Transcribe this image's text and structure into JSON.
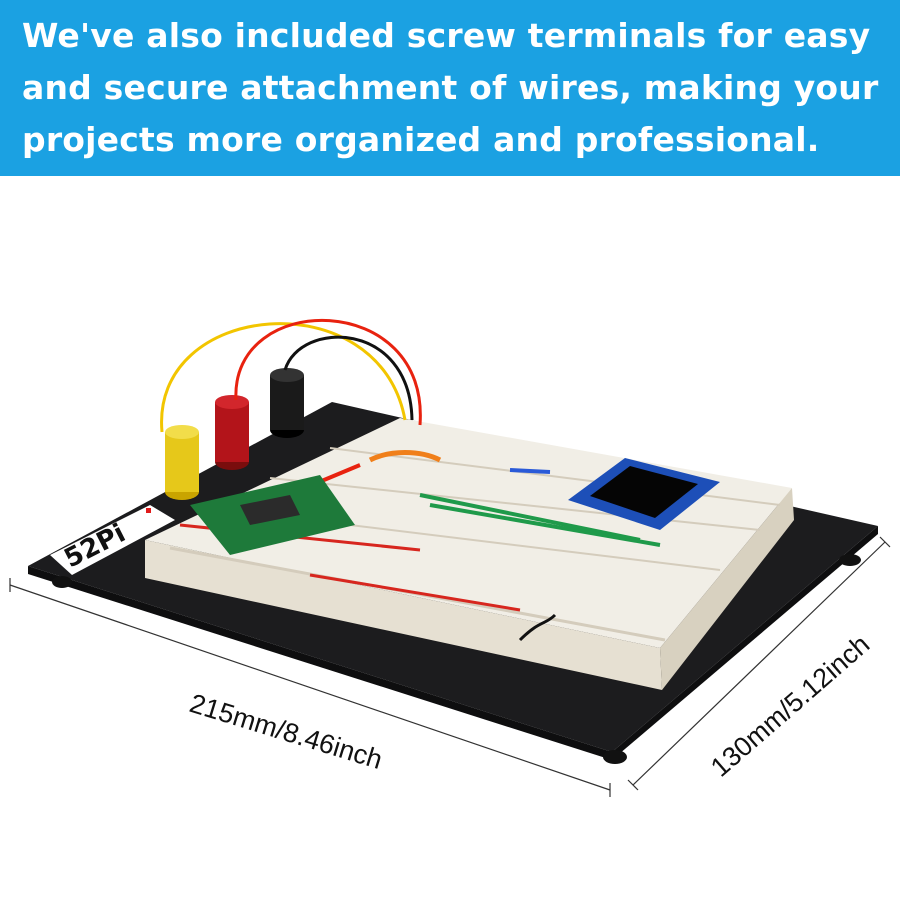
{
  "banner": {
    "text": "We've also included screw terminals for easy and secure attachment of wires, making your projects more organized and professional.",
    "color": "#1ba1e2"
  },
  "product": {
    "logo_text": "52Pi"
  },
  "dimensions": {
    "width_label": "215mm/8.46inch",
    "depth_label": "130mm/5.12inch"
  }
}
